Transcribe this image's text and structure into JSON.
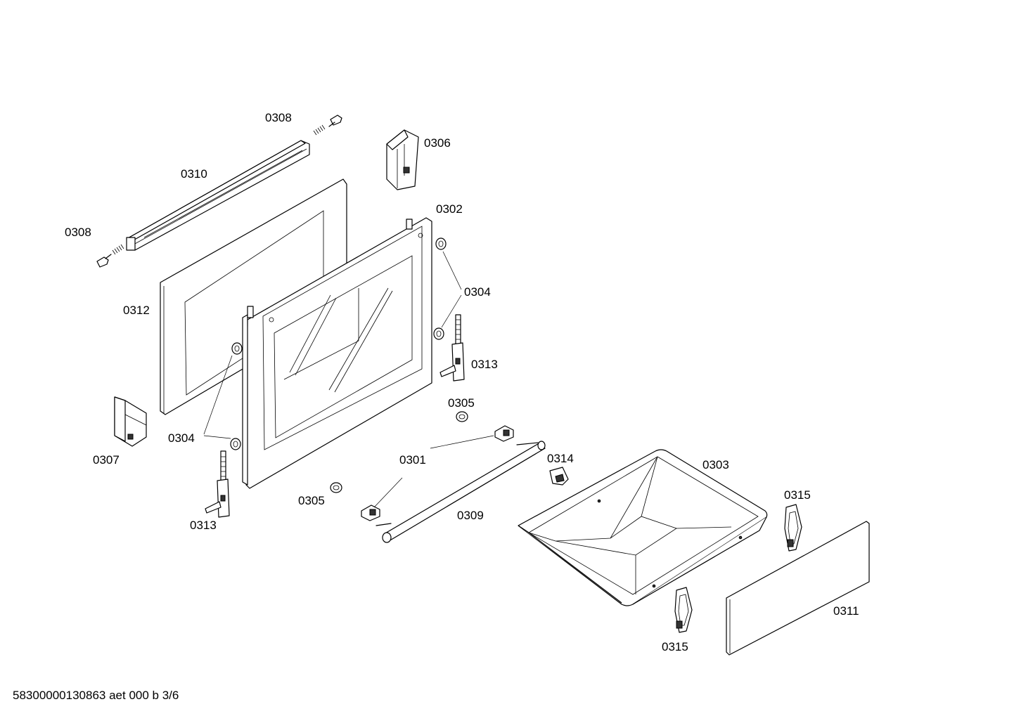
{
  "labels": {
    "p0301": "0301",
    "p0302": "0302",
    "p0303": "0303",
    "p0304_right": "0304",
    "p0304_left": "0304",
    "p0305_right": "0305",
    "p0305_left": "0305",
    "p0306": "0306",
    "p0307": "0307",
    "p0308_top": "0308",
    "p0308_left": "0308",
    "p0309": "0309",
    "p0310": "0310",
    "p0311": "0311",
    "p0312": "0312",
    "p0313_right": "0313",
    "p0313_left": "0313",
    "p0314": "0314",
    "p0315_top": "0315",
    "p0315_bottom": "0315"
  },
  "footer": {
    "code": "58300000130863 aet 000 b 3/6"
  }
}
